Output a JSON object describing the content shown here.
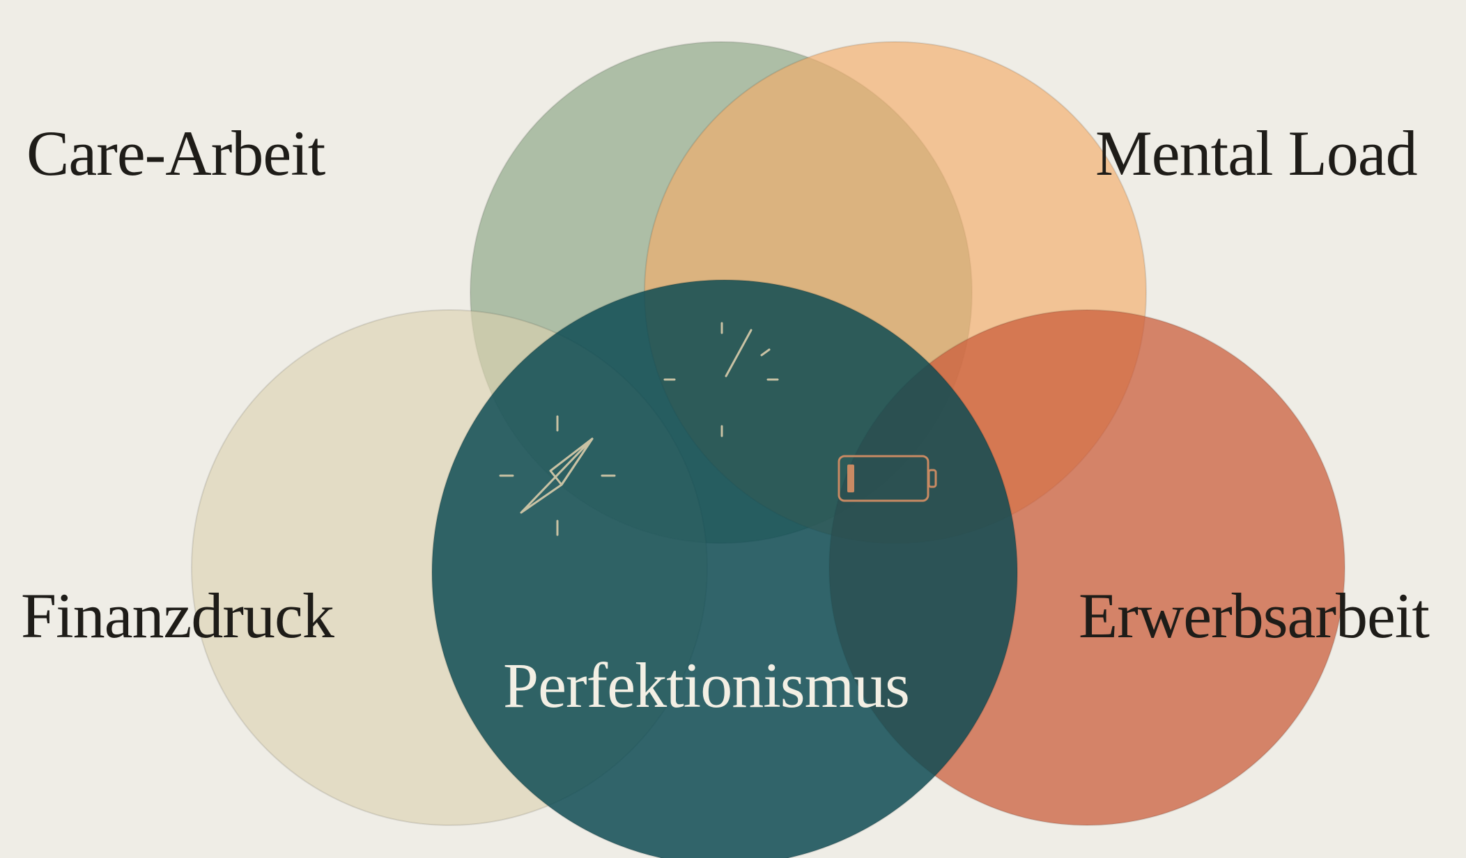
{
  "diagram": {
    "circles": [
      {
        "key": "care",
        "label": "Care-Arbeit",
        "color": "#8aa584"
      },
      {
        "key": "mental",
        "label": "Mental Load",
        "color": "#f3ad6b"
      },
      {
        "key": "finanz",
        "label": "Finanzdruck",
        "color": "#dcd2b0"
      },
      {
        "key": "erwerb",
        "label": "Erwerbsarbeit",
        "color": "#cb5d3c"
      },
      {
        "key": "perf",
        "label": "Perfektionismus",
        "color": "#0c4a52"
      }
    ],
    "icons": [
      {
        "name": "compass-icon",
        "color": "#c9c2a4"
      },
      {
        "name": "clock-icon",
        "color": "#c9c2a4"
      },
      {
        "name": "battery-low-icon",
        "color": "#c98a63",
        "level": 0.1
      }
    ],
    "background": "#efede6"
  }
}
